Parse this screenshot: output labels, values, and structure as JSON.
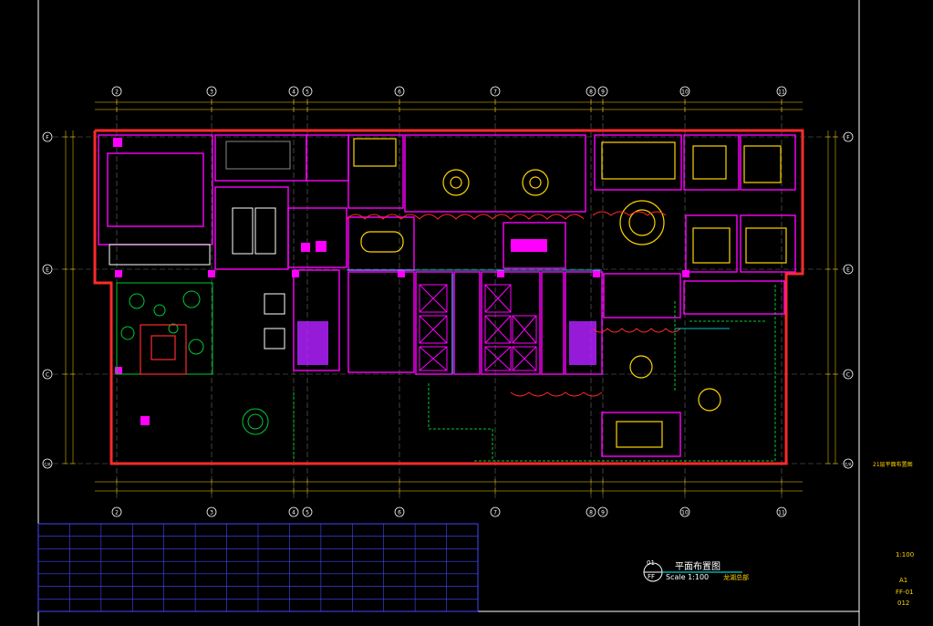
{
  "drawing": {
    "title_cn": "平面布置图",
    "scale_text": "Scale 1:100",
    "note_cn": "龙湖总部",
    "callout_top": "01",
    "callout_bottom": "FF",
    "side_label": "21层平面布置图"
  },
  "title_block": {
    "scale": "1:100",
    "sheet_size": "A1",
    "drawing_no": "FF-01",
    "sheet_no": "012"
  },
  "grid_labels": {
    "columns": [
      "2",
      "3",
      "4",
      "5",
      "6",
      "7",
      "8",
      "9",
      "10",
      "11"
    ],
    "rows": [
      "F",
      "E",
      "C",
      "C/A"
    ]
  },
  "colors": {
    "background": "#000000",
    "wall": "#ff2a2a",
    "furniture": "#ff00ff",
    "grid": "#ffffff",
    "dimension": "#ffff00",
    "planting": "#00c832",
    "table_lines": "#4646ff",
    "text": "#ffffff",
    "annotation": "#00ffff"
  },
  "schedule": {
    "rows": 7,
    "cols": 14
  }
}
